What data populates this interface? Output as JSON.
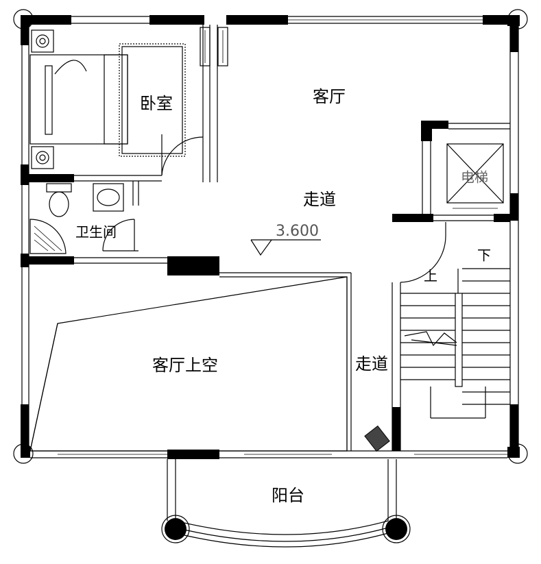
{
  "rooms": {
    "bedroom": "卧室",
    "living_room": "客厅",
    "corridor_top": "走道",
    "bathroom": "卫生间",
    "double_height": "客厅上空",
    "corridor_right": "走道",
    "balcony": "阳台"
  },
  "elevator_label": "电梯",
  "elevation": "3.600",
  "stairs": {
    "up": "上",
    "down": "下"
  }
}
